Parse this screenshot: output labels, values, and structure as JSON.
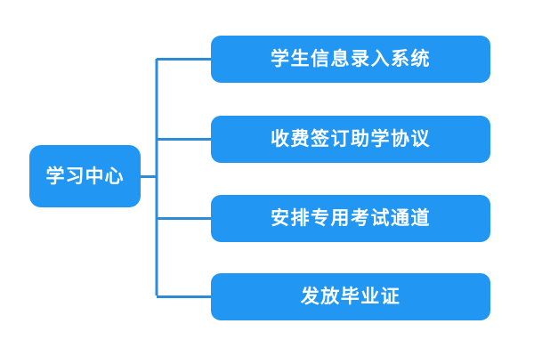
{
  "diagram": {
    "type": "horizontal-tree",
    "title": "学习中心",
    "background_color": "#ffffff",
    "node_fill_color": "#2196f3",
    "node_text_color": "#ffffff",
    "connector_color": "#2e8bd8",
    "root": {
      "label": "学习中心"
    },
    "children": [
      {
        "label": "学生信息录入系统"
      },
      {
        "label": "收费签订助学协议"
      },
      {
        "label": "安排专用考试通道"
      },
      {
        "label": "发放毕业证"
      }
    ]
  }
}
